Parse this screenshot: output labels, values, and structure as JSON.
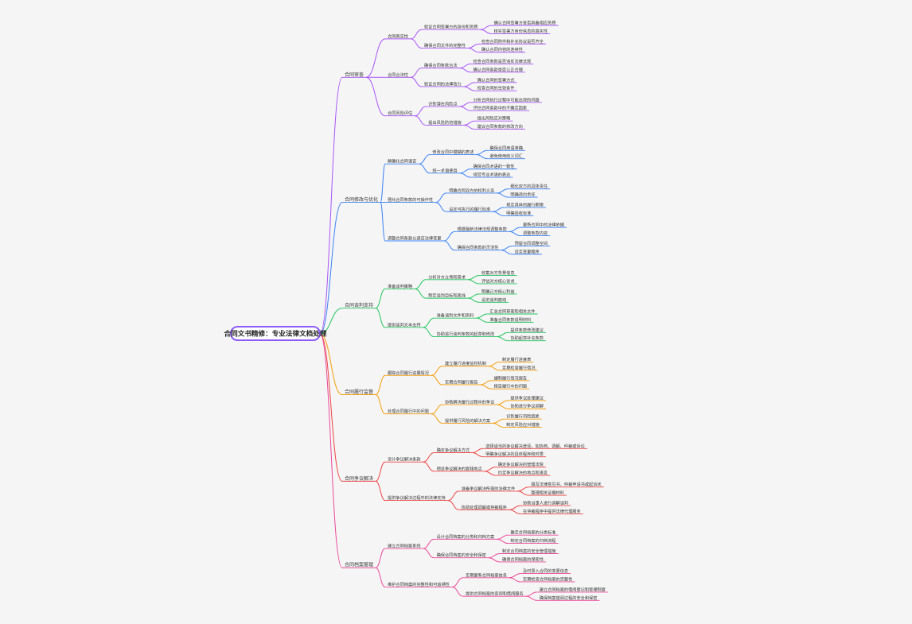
{
  "root": "合同文书精修：专业法律文档处理",
  "colors": {
    "purple": "#a855f7",
    "blue": "#3b82f6",
    "green": "#22c55e",
    "orange": "#f59e0b",
    "red": "#ef4444",
    "pink": "#ec4899"
  },
  "branches": [
    {
      "label": "合同审查",
      "color": "purple",
      "children": [
        {
          "label": "合同真实性",
          "children": [
            {
              "label": "验证合同签署方的身份和资质",
              "children": [
                "确认合同签署方是否具备相应资质",
                "核实签署方身份信息的真实性"
              ]
            },
            {
              "label": "确保合同文件的完整性",
              "children": [
                "检查合同附件和补充协议是否齐全",
                "确认合同内容的连续性"
              ]
            }
          ]
        },
        {
          "label": "合同合法性",
          "children": [
            {
              "label": "确保合同条款合法",
              "children": [
                "检查合同条款是否违反法律法规",
                "确认合同条款是否公正合理"
              ]
            },
            {
              "label": "验证合同的法律效力",
              "children": [
                "确认合同的签署方式",
                "检查合同的生效条件"
              ]
            }
          ]
        },
        {
          "label": "合同风险评估",
          "children": [
            {
              "label": "识别潜在风险点",
              "children": [
                "分析合同执行过程中可能出现的问题",
                "评估合同条款中的不确定因素"
              ]
            },
            {
              "label": "提出风险防范措施",
              "children": [
                "提出风险应对策略",
                "建议合同条款的修改方向"
              ]
            }
          ]
        }
      ]
    },
    {
      "label": "合同修改与优化",
      "color": "blue",
      "children": [
        {
          "label": "精确化合同语言",
          "children": [
            {
              "label": "修改合同中模糊的表述",
              "children": [
                "确保合同用语准确",
                "避免使用歧义词汇"
              ]
            },
            {
              "label": "统一术语使用",
              "children": [
                "确保合同术语的一致性",
                "规范专业术语的表达"
              ]
            }
          ]
        },
        {
          "label": "强化合同条款的可操作性",
          "children": [
            {
              "label": "明确合同双方的权利义务",
              "children": [
                "细化双方的具体责任",
                "明确违约责任"
              ]
            },
            {
              "label": "设定可执行的履行标准",
              "children": [
                "规定具体的履行期限",
                "明确验收标准"
              ]
            }
          ]
        },
        {
          "label": "调整合同条款以适应法律变更",
          "children": [
            {
              "label": "根据最新法律法规调整条款",
              "children": [
                "更新合同中的法律依据",
                "调整条款内容"
              ]
            },
            {
              "label": "确保合同条款的灵活性",
              "children": [
                "预留合同调整空间",
                "设定变更程序"
              ]
            }
          ]
        }
      ]
    },
    {
      "label": "合同谈判支持",
      "color": "green",
      "children": [
        {
          "label": "准备谈判策略",
          "children": [
            {
              "label": "分析对方立场和需求",
              "children": [
                "收集对方背景信息",
                "评估对方核心诉求"
              ]
            },
            {
              "label": "制定谈判目标和底线",
              "children": [
                "明确己方核心利益",
                "设定谈判底线"
              ]
            }
          ]
        },
        {
          "label": "提供谈判文本支持",
          "children": [
            {
              "label": "准备谈判文件和资料",
              "children": [
                "汇总合同草案和相关文件",
                "准备合同条款说明材料"
              ]
            },
            {
              "label": "协助进行谈判条款的起草和修改",
              "children": [
                "提供条款修改建议",
                "协助起草补充条款"
              ]
            }
          ]
        }
      ]
    },
    {
      "label": "合同履行监督",
      "color": "orange",
      "children": [
        {
          "label": "跟踪合同履行进展情况",
          "children": [
            {
              "label": "建立履行进度监控机制",
              "children": [
                "制定履行进度表",
                "定期检查履行情况"
              ]
            },
            {
              "label": "定期合同履行报告",
              "children": [
                "编制履行情况报告",
                "报告履行中的问题"
              ]
            }
          ]
        },
        {
          "label": "处理合同履行中的问题",
          "children": [
            {
              "label": "协助解决履行过程中的争议",
              "children": [
                "提供争议处理建议",
                "协助进行争议调解"
              ]
            },
            {
              "label": "提供履行风险的解决方案",
              "children": [
                "识别履行风险因素",
                "制定风险应对措施"
              ]
            }
          ]
        }
      ]
    },
    {
      "label": "合同争议解决",
      "color": "red",
      "children": [
        {
          "label": "设计争议解决条款",
          "children": [
            {
              "label": "确定争议解决方式",
              "children": [
                "选择适当的争议解决途径，如协商、调解、仲裁或诉讼",
                "明确争议解决的具体程序和时限"
              ]
            },
            {
              "label": "预设争议解决的管辖地点",
              "children": [
                "确定争议解决的管辖法院",
                "约定争议解决的地点和语言"
              ]
            }
          ]
        },
        {
          "label": "提供争议解决过程中的法律支持",
          "children": [
            {
              "label": "准备争议解决所需的法律文件",
              "children": [
                "撰写法律意见书、仲裁申请书或起诉状",
                "整理相关证据材料"
              ]
            },
            {
              "label": "协助处理调解或仲裁程序",
              "children": [
                "协助当事人进行调解谈判",
                "在仲裁程序中提供法律代理服务"
              ]
            }
          ]
        }
      ]
    },
    {
      "label": "合同档案管理",
      "color": "pink",
      "children": [
        {
          "label": "建立合同档案系统",
          "children": [
            {
              "label": "设计合同档案的分类和归档方案",
              "children": [
                "确定合同档案的分类标准",
                "制定合同档案的归档流程"
              ]
            },
            {
              "label": "确保合同档案的安全和保密",
              "children": [
                "制定合同档案的安全管理措施",
                "确保合同档案的保密性"
              ]
            }
          ]
        },
        {
          "label": "维护合同档案的完整性和可追溯性",
          "children": [
            {
              "label": "定期更新合同档案信息",
              "children": [
                "及时录入合同的变更信息",
                "定期检查合同档案的完整性"
              ]
            },
            {
              "label": "提供合同档案的查询和借阅服务",
              "children": [
                "建立合同档案的借阅登记和管理制度",
                "确保档案借阅过程的安全和保密"
              ]
            }
          ]
        }
      ]
    }
  ]
}
